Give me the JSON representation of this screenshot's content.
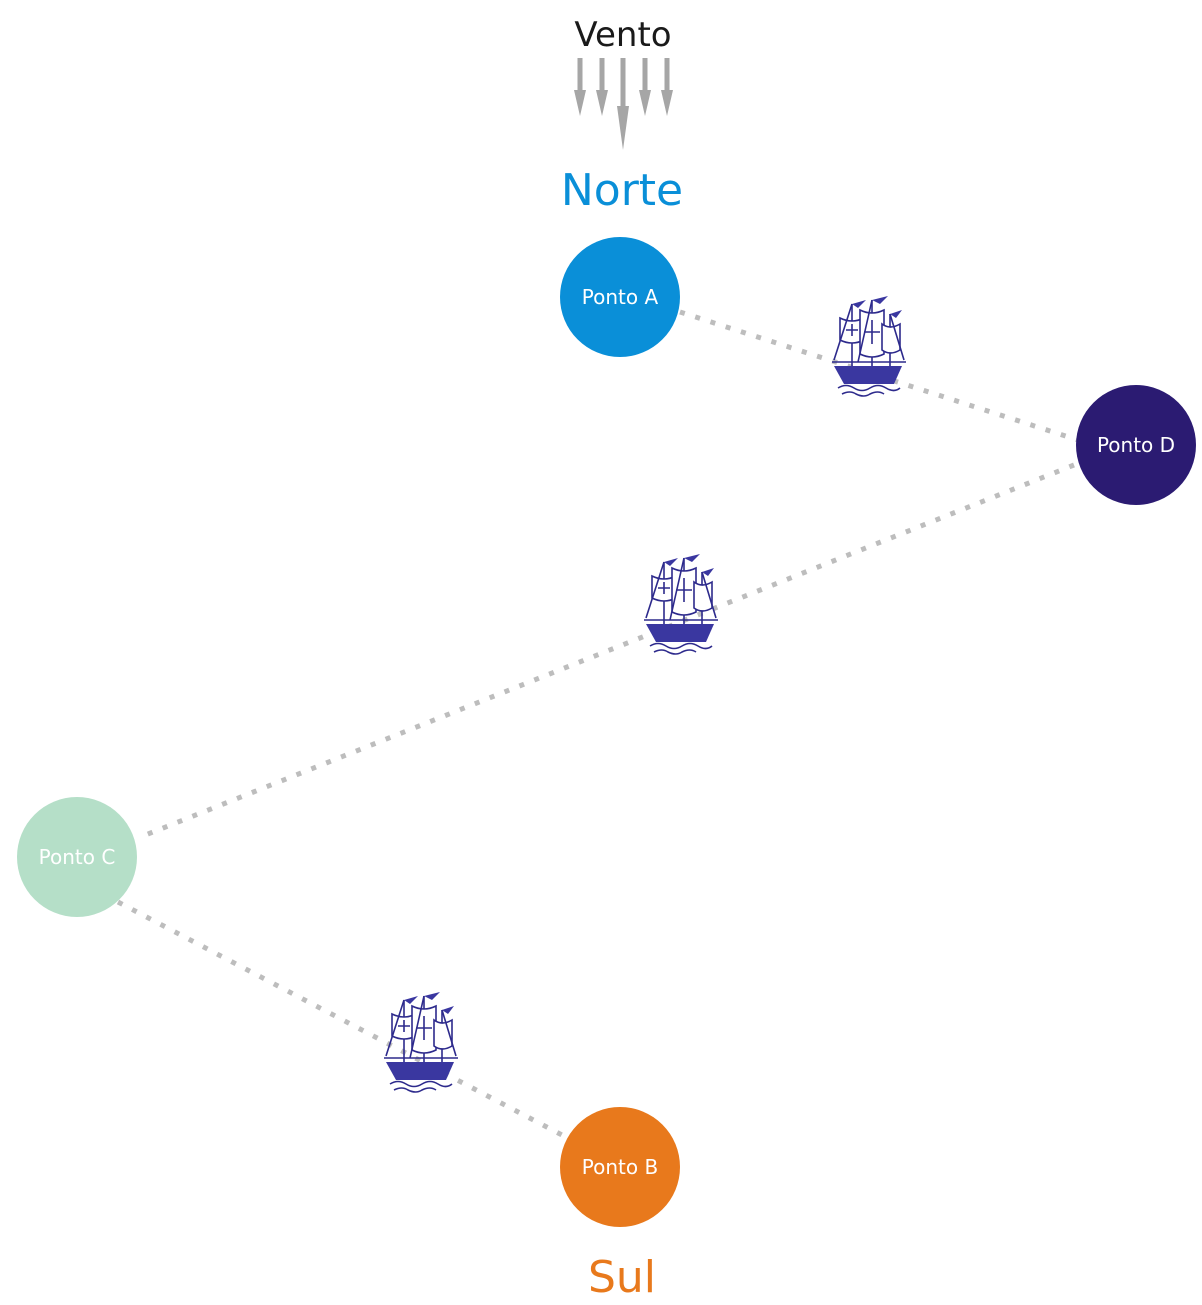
{
  "wind": {
    "label": "Vento"
  },
  "directions": {
    "north": "Norte",
    "south": "Sul"
  },
  "colors": {
    "north": "#0a8fd8",
    "south": "#e8791c",
    "route": "#bdbdbd",
    "ship": "#2d2a8c",
    "arrows": "#a6a6a6"
  },
  "nodes": {
    "a": {
      "label": "Ponto A",
      "color": "#0a8fd8"
    },
    "b": {
      "label": "Ponto B",
      "color": "#e8791c"
    },
    "c": {
      "label": "Ponto C",
      "color": "#b5dfc8"
    },
    "d": {
      "label": "Ponto D",
      "color": "#2b1b72"
    }
  },
  "ships": [
    "caravel-icon",
    "caravel-icon",
    "caravel-icon"
  ]
}
